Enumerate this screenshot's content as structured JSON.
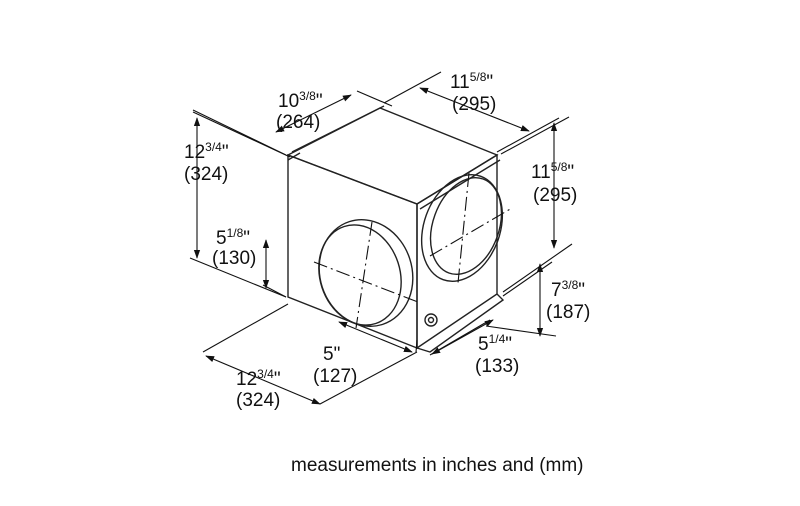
{
  "caption": "measurements in inches and (mm)",
  "dimensions": {
    "top_depth": {
      "whole": "10",
      "frac": "3/8",
      "unit": "\"",
      "mm": "(264)"
    },
    "top_width": {
      "whole": "11",
      "frac": "5/8",
      "unit": "\"",
      "mm": "(295)"
    },
    "left_height": {
      "whole": "12",
      "frac": "3/4",
      "unit": "\"",
      "mm": "(324)"
    },
    "right_height": {
      "whole": "11",
      "frac": "5/8",
      "unit": "\"",
      "mm": "(295)"
    },
    "left_port_height": {
      "whole": "5",
      "frac": "1/8",
      "unit": "\"",
      "mm": "(130)"
    },
    "right_port_height": {
      "whole": "7",
      "frac": "3/8",
      "unit": "\"",
      "mm": "(187)"
    },
    "bottom_left_width": {
      "whole": "12",
      "frac": "3/4",
      "unit": "\"",
      "mm": "(324)"
    },
    "front_port_offset": {
      "whole": "5",
      "frac": "",
      "unit": "\"",
      "mm": "(127)"
    },
    "side_port_offset": {
      "whole": "5",
      "frac": "1/4",
      "unit": "\"",
      "mm": "(133)"
    }
  }
}
